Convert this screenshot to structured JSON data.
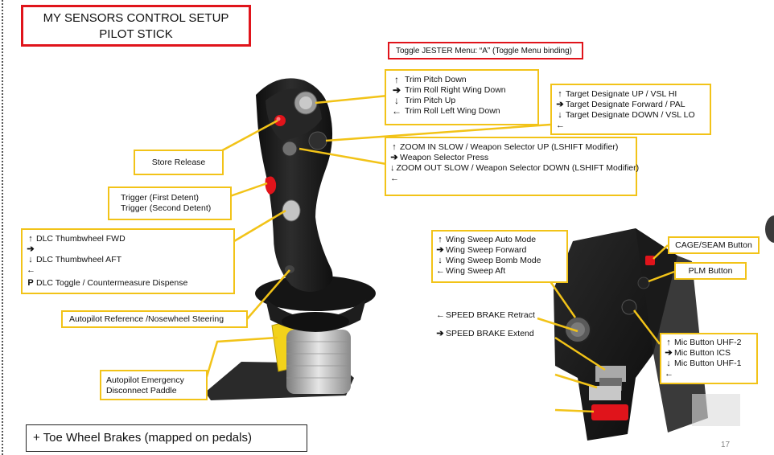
{
  "title": {
    "line1": "MY SENSORS CONTROL SETUP",
    "line2": "PILOT STICK"
  },
  "jester_toggle": "Toggle JESTER Menu: “A” (Toggle Menu binding)",
  "trim_hat": [
    {
      "arrow": "↑",
      "label": "Trim Pitch Down"
    },
    {
      "arrow": "➔",
      "label": "Trim Roll Right Wing Down"
    },
    {
      "arrow": "↓",
      "label": "Trim Pitch Up"
    },
    {
      "arrow": "←",
      "label": "Trim Roll Left Wing Down"
    }
  ],
  "target_designate": [
    {
      "arrow": "↑",
      "label": "Target Designate UP / VSL HI"
    },
    {
      "arrow": "➔",
      "label": "Target Designate Forward / PAL"
    },
    {
      "arrow": "↓",
      "label": "Target Designate DOWN / VSL LO"
    },
    {
      "arrow": "←",
      "label": ""
    }
  ],
  "weapon_selector": [
    {
      "arrow": "↑",
      "label": "ZOOM IN SLOW / Weapon Selector UP (LSHIFT Modifier)"
    },
    {
      "arrow": "➔",
      "label": "Weapon Selector Press"
    },
    {
      "arrow": "↓",
      "label": "ZOOM OUT SLOW / Weapon Selector DOWN (LSHIFT Modifier)"
    },
    {
      "arrow": "←",
      "label": ""
    }
  ],
  "store_release": "Store Release",
  "trigger": {
    "line1": "Trigger (First Detent)",
    "line2": "Trigger (Second Detent)"
  },
  "dlc_thumbwheel": [
    {
      "arrow": "↑",
      "label": "DLC Thumbwheel FWD"
    },
    {
      "arrow": "➔",
      "label": ""
    },
    {
      "arrow": "↓",
      "label": "DLC Thumbwheel AFT"
    },
    {
      "arrow": "←",
      "label": ""
    },
    {
      "arrow": "P",
      "label": "DLC Toggle / Countermeasure Dispense"
    }
  ],
  "autopilot_reference": "Autopilot Reference /Nosewheel Steering",
  "autopilot_emergency": {
    "line1": "Autopilot Emergency",
    "line2": "Disconnect Paddle"
  },
  "wing_sweep": [
    {
      "arrow": "↑",
      "label": "Wing Sweep Auto Mode"
    },
    {
      "arrow": "➔",
      "label": "Wing Sweep Forward"
    },
    {
      "arrow": "↓",
      "label": "Wing Sweep Bomb Mode"
    },
    {
      "arrow": "←",
      "label": "Wing Sweep Aft"
    }
  ],
  "speed_brake": {
    "retract": "SPEED BRAKE Retract",
    "extend": "SPEED BRAKE Extend",
    "retract_arrow": "←",
    "extend_arrow": "➔"
  },
  "cage_seam": "CAGE/SEAM Button",
  "plm": "PLM Button",
  "mic_button": [
    {
      "arrow": "↑",
      "label": "Mic Button UHF-2"
    },
    {
      "arrow": "➔",
      "label": "Mic Button ICS"
    },
    {
      "arrow": "↓",
      "label": "Mic Button UHF-1"
    },
    {
      "arrow": "←",
      "label": ""
    }
  ],
  "toe_brakes": "+ Toe Wheel Brakes (mapped on pedals)",
  "page_number": "17",
  "colors": {
    "callout_border": "#f2c318",
    "title_border": "#e0141b",
    "stick_body": "#1c1c1c",
    "button_red": "#e0141b"
  },
  "icons": {
    "up": "arrow-up-icon",
    "right": "arrow-right-icon",
    "down": "arrow-down-icon",
    "left": "arrow-left-icon"
  }
}
